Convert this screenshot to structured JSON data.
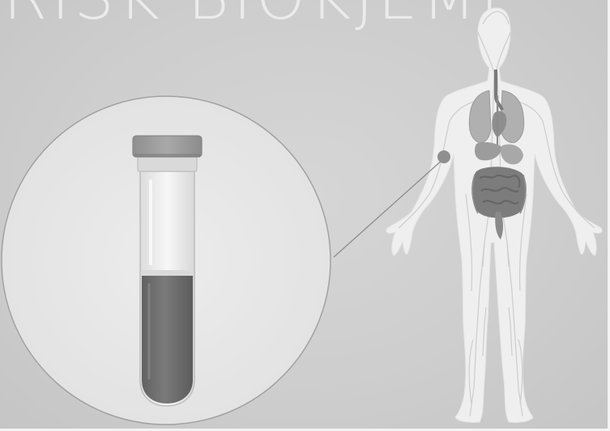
{
  "heading": {
    "text": "RISK BIOKJEMI"
  },
  "colors": {
    "background": "#cdcdcd",
    "body_silhouette": "#efefef",
    "circle_fill": "#e7e7e7",
    "blood": "#6f6f6f",
    "cap": "#9a9a9a"
  },
  "illustration": {
    "magnifier": "blood-sample-tube",
    "figure": "human-anatomy-silhouette",
    "pointer": "arm-sample-site"
  }
}
